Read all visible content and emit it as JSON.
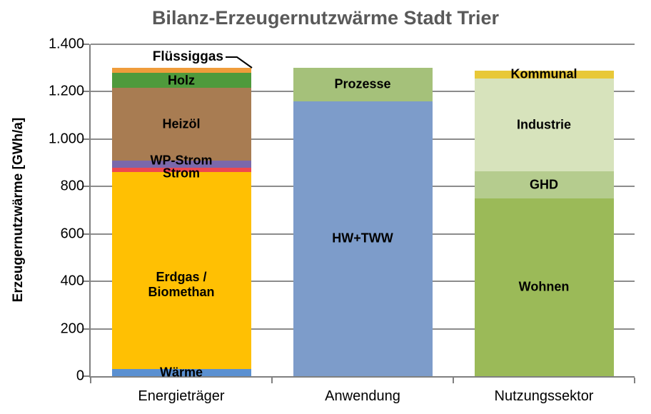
{
  "title": "Bilanz-Erzeugernutzwärme Stadt Trier",
  "chart_data": {
    "type": "bar",
    "stacked": true,
    "title": "Bilanz-Erzeugernutzwärme Stadt Trier",
    "ylabel": "Erzeugernutzwärme [GWh/a]",
    "unit": "GWh/a",
    "ylim": [
      0,
      1400
    ],
    "grid": true,
    "yticks": [
      {
        "value": 0,
        "label": "0"
      },
      {
        "value": 200,
        "label": "200"
      },
      {
        "value": 400,
        "label": "400"
      },
      {
        "value": 600,
        "label": "600"
      },
      {
        "value": 800,
        "label": "800"
      },
      {
        "value": 1000,
        "label": "1.000"
      },
      {
        "value": 1200,
        "label": "1.200"
      },
      {
        "value": 1400,
        "label": "1.400"
      }
    ],
    "categories": [
      "Energieträger",
      "Anwendung",
      "Nutzungssektor"
    ],
    "bars": [
      {
        "category": "Energieträger",
        "total": 1300,
        "segments": [
          {
            "label": "Wärme",
            "value": 30,
            "color": "#5A90D1"
          },
          {
            "label": "Erdgas /\nBiomethan",
            "value": 830,
            "color": "#FFC003",
            "label_dy": 20
          },
          {
            "label": "Strom",
            "value": 20,
            "color": "#EF484E",
            "label_dy": 5
          },
          {
            "label": "WP-Strom",
            "value": 30,
            "color": "#7A68AB",
            "label_dy": -5
          },
          {
            "label": "Heizöl",
            "value": 305,
            "color": "#A87C52"
          },
          {
            "label": "Holz",
            "value": 65,
            "color": "#4E9A3C"
          },
          {
            "label": "Flüssiggas",
            "value": 20,
            "color": "#EF9C3B",
            "callout": true
          }
        ]
      },
      {
        "category": "Anwendung",
        "total": 1300,
        "segments": [
          {
            "label": "HW+TWW",
            "value": 1160,
            "color": "#7D9CCA"
          },
          {
            "label": "Prozesse",
            "value": 140,
            "color": "#A5C17A"
          }
        ]
      },
      {
        "category": "Nutzungssektor",
        "total": 1290,
        "segments": [
          {
            "label": "Wohnen",
            "value": 750,
            "color": "#9BBA58"
          },
          {
            "label": "GHD",
            "value": 115,
            "color": "#B5CC8E"
          },
          {
            "label": "Industrie",
            "value": 390,
            "color": "#D7E3BC"
          },
          {
            "label": "Kommunal",
            "value": 35,
            "color": "#E8C838"
          }
        ]
      }
    ],
    "colors": {
      "title": "#595959",
      "axis": "#808080",
      "gridline": "#8C8C8C"
    }
  }
}
